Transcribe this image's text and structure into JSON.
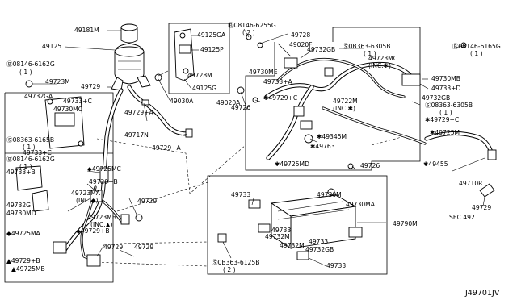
{
  "diagram_id": "J49701JV",
  "labels": [
    {
      "id": "l1",
      "text": "49181M"
    },
    {
      "id": "l2",
      "text": "49125"
    },
    {
      "id": "l3",
      "text": "49125GA"
    },
    {
      "id": "l4",
      "text": "49125P"
    },
    {
      "id": "l5",
      "text": "49728M"
    },
    {
      "id": "l6",
      "text": "49125G"
    },
    {
      "id": "l7",
      "text": "Ⓑ08146-6255G"
    },
    {
      "id": "l8",
      "text": "( 2 )"
    },
    {
      "id": "l9",
      "text": "49728"
    },
    {
      "id": "l10",
      "text": "49020F"
    },
    {
      "id": "l11",
      "text": "49732GB"
    },
    {
      "id": "l12",
      "text": "Ⓢ0B363-6305B"
    },
    {
      "id": "l13",
      "text": "( 1 )"
    },
    {
      "id": "l14",
      "text": "49723MC"
    },
    {
      "id": "l15",
      "text": "(INC.✱)"
    },
    {
      "id": "l16",
      "text": "Ⓑ08146-6165G"
    },
    {
      "id": "l17",
      "text": "( 1 )"
    },
    {
      "id": "l18",
      "text": "49730MB"
    },
    {
      "id": "l19",
      "text": "49733+D"
    },
    {
      "id": "l20",
      "text": "49732GB"
    },
    {
      "id": "l21",
      "text": "Ⓢ08363-6305B"
    },
    {
      "id": "l22",
      "text": "( 1 )"
    },
    {
      "id": "l23",
      "text": "✱49729+C"
    },
    {
      "id": "l24",
      "text": "✱49725M"
    },
    {
      "id": "l25",
      "text": "✱49455"
    },
    {
      "id": "l26",
      "text": "49710R"
    },
    {
      "id": "l27",
      "text": "49729"
    },
    {
      "id": "l28",
      "text": "SEC.492"
    },
    {
      "id": "l29",
      "text": "Ⓑ08146-6162G"
    },
    {
      "id": "l30",
      "text": "( 1 )"
    },
    {
      "id": "l31",
      "text": "49723M"
    },
    {
      "id": "l32",
      "text": "49729"
    },
    {
      "id": "l33",
      "text": "49030A"
    },
    {
      "id": "l34",
      "text": "49729+A"
    },
    {
      "id": "l35",
      "text": "49717N"
    },
    {
      "id": "l36",
      "text": "49729+A"
    },
    {
      "id": "l37",
      "text": "49732GA"
    },
    {
      "id": "l38",
      "text": "49733+C"
    },
    {
      "id": "l39",
      "text": "49730MC"
    },
    {
      "id": "l40",
      "text": "Ⓢ08363-6165B"
    },
    {
      "id": "l41",
      "text": "( 1 )"
    },
    {
      "id": "l42",
      "text": "49733+C"
    },
    {
      "id": "l43",
      "text": "Ⓑ08146-6162G"
    },
    {
      "id": "l44",
      "text": "( 1 )"
    },
    {
      "id": "l45",
      "text": "49733+B"
    },
    {
      "id": "l46",
      "text": "49732G"
    },
    {
      "id": "l47",
      "text": "49730MD"
    },
    {
      "id": "l48",
      "text": "◆49725MA"
    },
    {
      "id": "l49",
      "text": "▲49729+B"
    },
    {
      "id": "l50",
      "text": "▲49725MB"
    },
    {
      "id": "l51",
      "text": "◆49725MC"
    },
    {
      "id": "l52",
      "text": "49729+B"
    },
    {
      "id": "l53",
      "text": "49723MA"
    },
    {
      "id": "l54",
      "text": "(INC.◆)"
    },
    {
      "id": "l55",
      "text": "49723MB"
    },
    {
      "id": "l56",
      "text": "(INC.▲)"
    },
    {
      "id": "l57",
      "text": "◆49729+B"
    },
    {
      "id": "l58",
      "text": "49729"
    },
    {
      "id": "l59",
      "text": "49729"
    },
    {
      "id": "l60",
      "text": "49729"
    },
    {
      "id": "l61",
      "text": "49730ME"
    },
    {
      "id": "l62",
      "text": "49733+A"
    },
    {
      "id": "l63",
      "text": "49020A"
    },
    {
      "id": "l64",
      "text": "✱49729+C"
    },
    {
      "id": "l65",
      "text": "49726"
    },
    {
      "id": "l66",
      "text": "49722M"
    },
    {
      "id": "l67",
      "text": "(INC.✱)"
    },
    {
      "id": "l68",
      "text": "✱49345M"
    },
    {
      "id": "l69",
      "text": "✱49763"
    },
    {
      "id": "l70",
      "text": "✱49725MD"
    },
    {
      "id": "l71",
      "text": "49726"
    },
    {
      "id": "l72",
      "text": "49733"
    },
    {
      "id": "l73",
      "text": "49730M"
    },
    {
      "id": "l74",
      "text": "49730MA"
    },
    {
      "id": "l75",
      "text": "49790M"
    },
    {
      "id": "l76",
      "text": "49733"
    },
    {
      "id": "l77",
      "text": "49732M"
    },
    {
      "id": "l78",
      "text": "49733"
    },
    {
      "id": "l79",
      "text": "49732GB"
    },
    {
      "id": "l80",
      "text": "49732M"
    },
    {
      "id": "l81",
      "text": "Ⓢ0B363-6125B"
    },
    {
      "id": "l82",
      "text": "( 2 )"
    },
    {
      "id": "l83",
      "text": "49733"
    }
  ]
}
